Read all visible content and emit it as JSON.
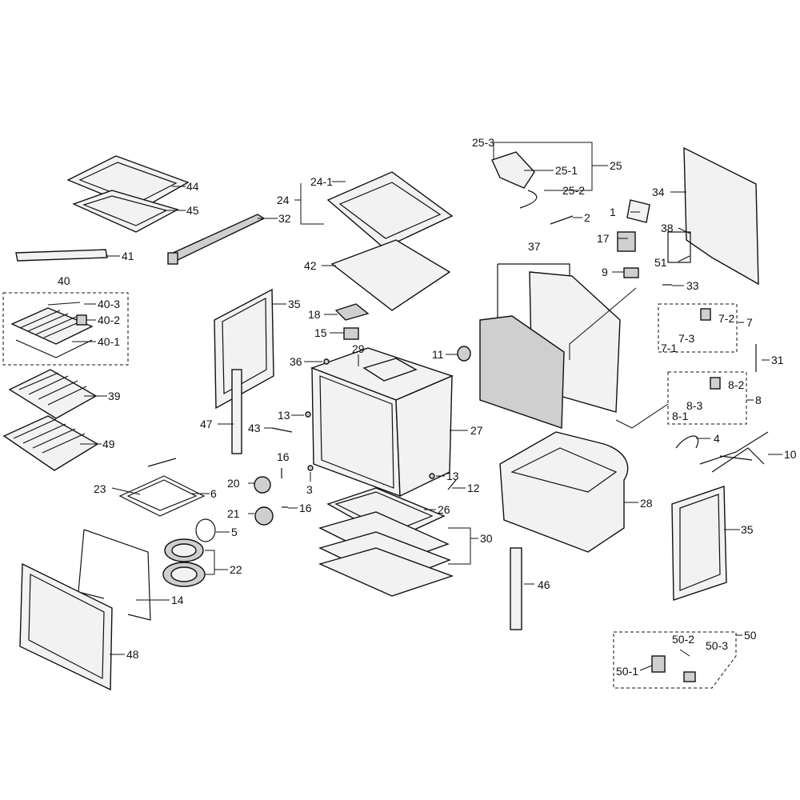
{
  "labels": {
    "p1": "1",
    "p2": "2",
    "p3": "3",
    "p4": "4",
    "p5": "5",
    "p6": "6",
    "p7": "7",
    "p7_1": "7-1",
    "p7_2": "7-2",
    "p7_3": "7-3",
    "p8": "8",
    "p8_1": "8-1",
    "p8_2": "8-2",
    "p8_3": "8-3",
    "p9": "9",
    "p10": "10",
    "p11": "11",
    "p12": "12",
    "p13a": "13",
    "p13b": "13",
    "p14": "14",
    "p15": "15",
    "p16a": "16",
    "p16b": "16",
    "p17": "17",
    "p18": "18",
    "p20": "20",
    "p21": "21",
    "p22": "22",
    "p23": "23",
    "p24": "24",
    "p24_1": "24-1",
    "p25": "25",
    "p25_1": "25-1",
    "p25_2": "25-2",
    "p25_3": "25-3",
    "p26": "26",
    "p27": "27",
    "p28": "28",
    "p29": "29",
    "p30": "30",
    "p31": "31",
    "p32": "32",
    "p33": "33",
    "p34": "34",
    "p35a": "35",
    "p35b": "35",
    "p36": "36",
    "p37": "37",
    "p38": "38",
    "p39": "39",
    "p40": "40",
    "p40_1": "40-1",
    "p40_2": "40-2",
    "p40_3": "40-3",
    "p41": "41",
    "p42": "42",
    "p43": "43",
    "p44": "44",
    "p45": "45",
    "p46": "46",
    "p47": "47",
    "p48": "48",
    "p49": "49",
    "p50": "50",
    "p50_1": "50-1",
    "p50_2": "50-2",
    "p50_3": "50-3",
    "p51": "51"
  }
}
